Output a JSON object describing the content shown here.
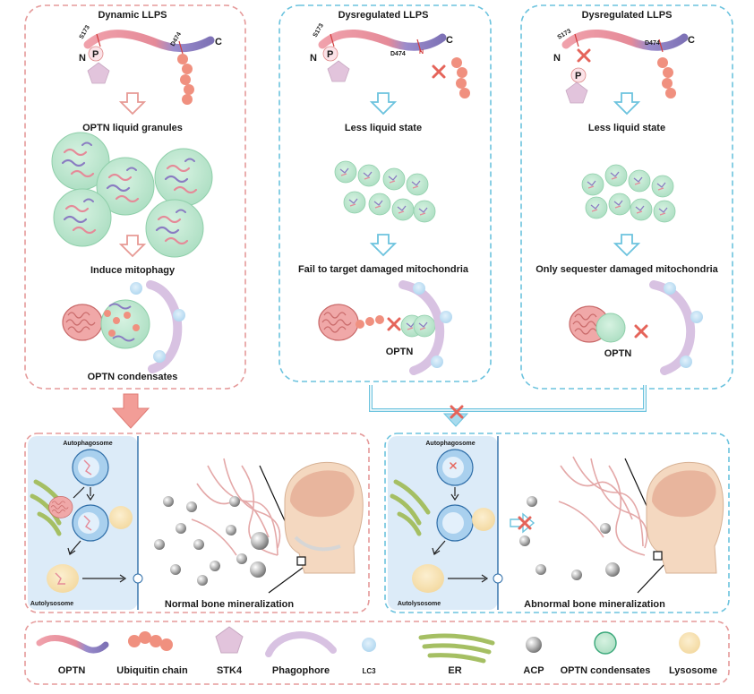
{
  "panels": {
    "dynamic": {
      "title": "Dynamic LLPS",
      "s173": "S173",
      "d474": "D474",
      "n": "N",
      "c": "C",
      "p": "P",
      "step1": "OPTN liquid granules",
      "step2": "Induce mitophagy",
      "step3": "OPTN condensates"
    },
    "dys1": {
      "title": "Dysregulated LLPS",
      "s173": "S173",
      "d474": "D474",
      "mut": "N",
      "n": "N",
      "c": "C",
      "p": "P",
      "step1": "Less liquid state",
      "step2": "Fail to target damaged mitochondria",
      "optn": "OPTN"
    },
    "dys2": {
      "title": "Dysregulated LLPS",
      "s173": "S173",
      "d474": "D474",
      "n": "N",
      "c": "C",
      "p": "P",
      "step1": "Less liquid state",
      "step2": "Only sequester damaged mitochondria",
      "optn": "OPTN"
    }
  },
  "bone": {
    "normal": {
      "autophagosome": "Autophagosome",
      "autolysosome": "Autolysosome",
      "caption": "Normal bone mineralization"
    },
    "abnormal": {
      "autophagosome": "Autophagosome",
      "autolysosome": "Autolysosome",
      "caption": "Abnormal bone mineralization"
    }
  },
  "legend": {
    "items": [
      "OPTN",
      "Ubiquitin chain",
      "STK4",
      "Phagophore",
      "LC3",
      "ER",
      "ACP",
      "OPTN condensates",
      "Lysosome"
    ]
  },
  "colors": {
    "red_border": "#e59a9a",
    "blue_border": "#6cc3de",
    "optn_pink": "#e8909c",
    "optn_purple": "#8c7fc0",
    "ubiquitin": "#f0907f",
    "stk4": "#e2c4dc",
    "phagophore": "#d8c2e2",
    "lc3": "#bcdcf0",
    "granule": "#bfe8d0",
    "lysosome": "#f7e2b2",
    "cell_bg": "#dcebf8"
  }
}
